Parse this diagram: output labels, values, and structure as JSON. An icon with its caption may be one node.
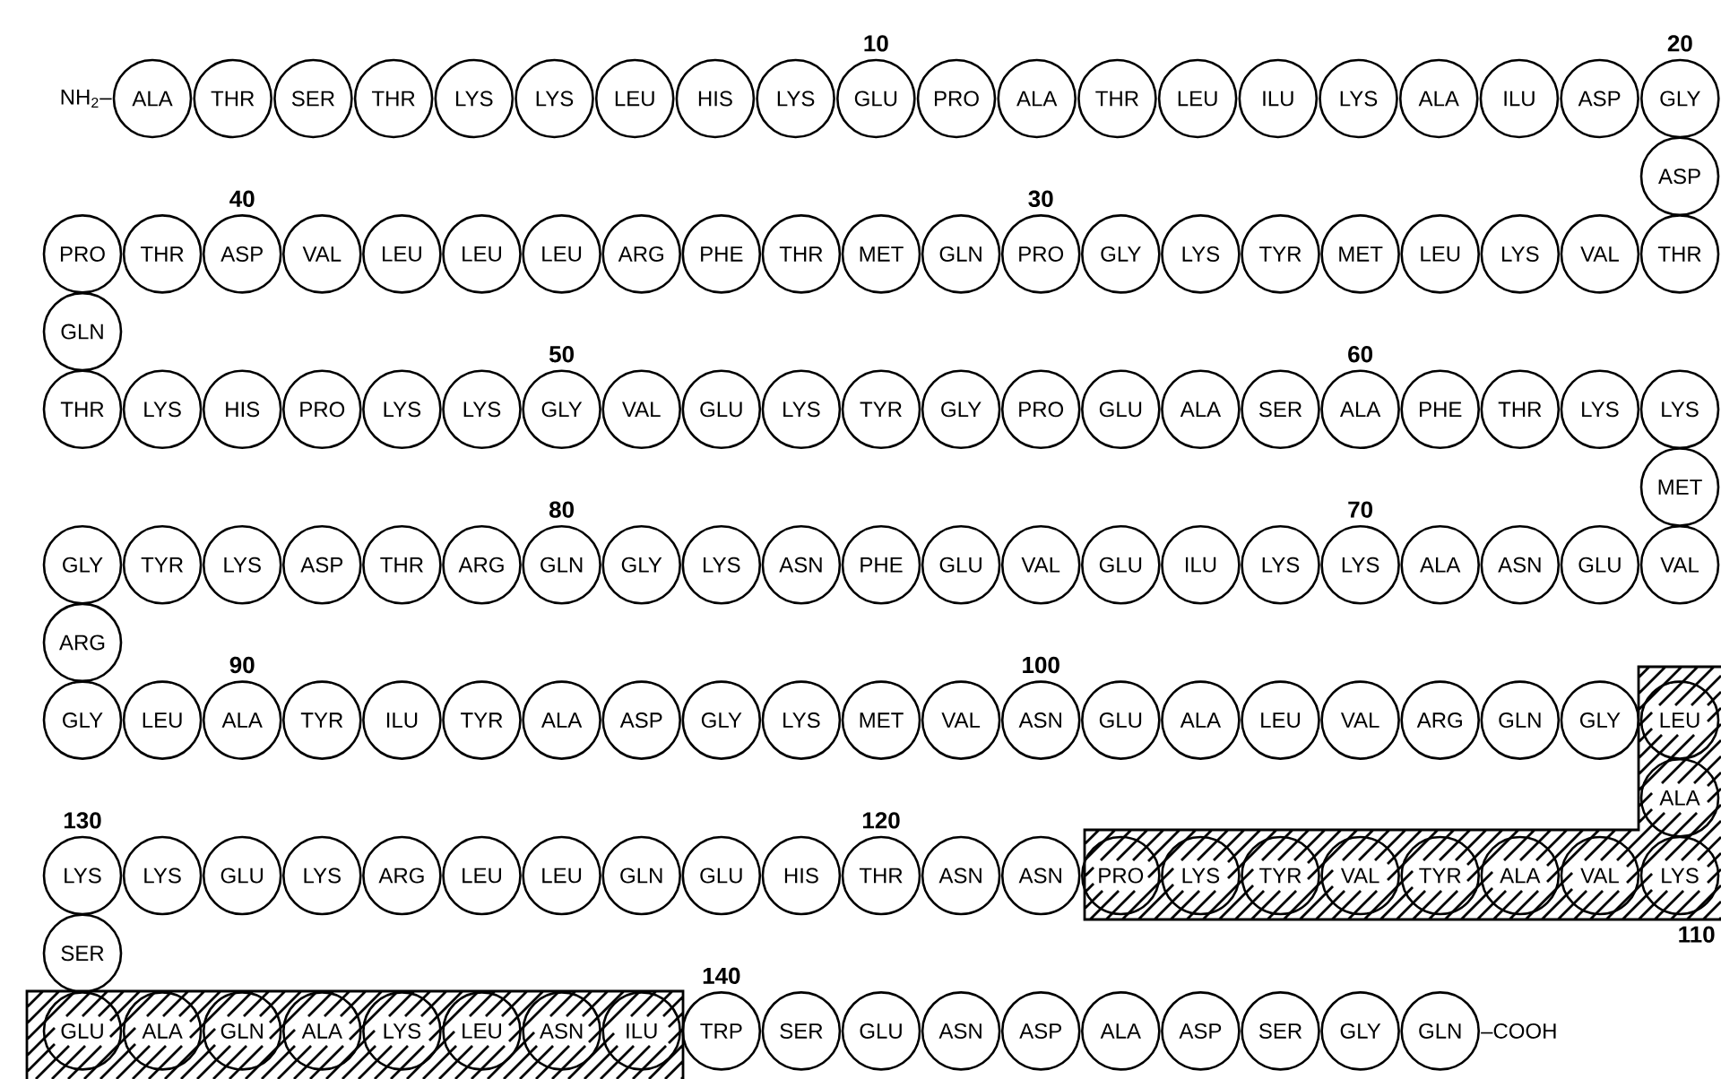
{
  "diagram": {
    "nodes": [
      {
        "text": [
          "ALA"
        ]
      },
      {
        "text": [
          "THR"
        ]
      },
      {
        "text": [
          "SER"
        ]
      },
      {
        "text": [
          "THR"
        ]
      },
      {
        "text": [
          "LYS"
        ]
      },
      {
        "text": [
          "LYS"
        ]
      },
      {
        "text": [
          "LEU"
        ]
      },
      {
        "text": [
          "HIS"
        ]
      },
      {
        "text": [
          "LYS"
        ]
      },
      {
        "text": [
          "GLU"
        ]
      },
      {
        "text": [
          "PRO"
        ]
      },
      {
        "text": [
          "ALA"
        ]
      },
      {
        "text": [
          "THR"
        ]
      },
      {
        "text": [
          "LEU"
        ]
      },
      {
        "text": [
          "ILU"
        ]
      },
      {
        "text": [
          "LYS"
        ]
      },
      {
        "text": [
          "ALA"
        ]
      },
      {
        "text": [
          "ILU"
        ]
      },
      {
        "text": [
          "ASP"
        ]
      },
      {
        "text": [
          "GLY"
        ]
      },
      {
        "text": [
          "ASP"
        ]
      },
      {
        "text": [
          "THR"
        ]
      },
      {
        "text": [
          "VAL"
        ]
      },
      {
        "text": [
          "LYS"
        ]
      },
      {
        "text": [
          "LEU"
        ]
      },
      {
        "text": [
          "MET"
        ]
      },
      {
        "text": [
          "TYR"
        ]
      },
      {
        "text": [
          "LYS"
        ]
      },
      {
        "text": [
          "GLY"
        ]
      },
      {
        "text": [
          "PRO"
        ]
      },
      {
        "text": [
          "GLN"
        ]
      },
      {
        "text": [
          "MET"
        ]
      },
      {
        "text": [
          "THR"
        ]
      },
      {
        "text": [
          "PHE"
        ]
      },
      {
        "text": [
          "ARG"
        ]
      },
      {
        "text": [
          "LEU"
        ]
      },
      {
        "text": [
          "LEU"
        ]
      },
      {
        "text": [
          "LEU"
        ]
      },
      {
        "text": [
          "VAL"
        ]
      },
      {
        "text": [
          "ASP"
        ]
      },
      {
        "text": [
          "THR"
        ]
      },
      {
        "text": [
          "PRO"
        ]
      },
      {
        "text": [
          "GLN"
        ]
      },
      {
        "text": [
          "THR"
        ]
      },
      {
        "text": [
          "LYS"
        ]
      },
      {
        "text": [
          "HIS"
        ]
      },
      {
        "text": [
          "PRO"
        ]
      },
      {
        "text": [
          "LYS"
        ]
      },
      {
        "text": [
          "LYS"
        ]
      },
      {
        "text": [
          "GLY"
        ]
      },
      {
        "text": [
          "VAL"
        ]
      },
      {
        "text": [
          "GLU"
        ]
      },
      {
        "text": [
          "LYS"
        ]
      },
      {
        "text": [
          "TYR"
        ]
      },
      {
        "text": [
          "GLY"
        ]
      },
      {
        "text": [
          "PRO"
        ]
      },
      {
        "text": [
          "GLU"
        ]
      },
      {
        "text": [
          "ALA"
        ]
      },
      {
        "text": [
          "SER"
        ]
      },
      {
        "text": [
          "ALA"
        ]
      },
      {
        "text": [
          "PHE"
        ]
      },
      {
        "text": [
          "THR"
        ]
      },
      {
        "text": [
          "LYS"
        ]
      },
      {
        "text": [
          "LYS"
        ]
      },
      {
        "text": [
          "MET"
        ]
      },
      {
        "text": [
          "VAL"
        ]
      },
      {
        "text": [
          "GLU"
        ]
      },
      {
        "text": [
          "ASN"
        ]
      },
      {
        "text": [
          "ALA"
        ]
      },
      {
        "text": [
          "LYS"
        ]
      },
      {
        "text": [
          "LYS"
        ]
      },
      {
        "text": [
          "ILU"
        ]
      },
      {
        "text": [
          "GLU"
        ]
      },
      {
        "text": [
          "VAL"
        ]
      },
      {
        "text": [
          "GLU"
        ]
      },
      {
        "text": [
          "PHE"
        ]
      },
      {
        "text": [
          "ASN"
        ]
      },
      {
        "text": [
          "LYS"
        ]
      },
      {
        "text": [
          "GLY"
        ]
      },
      {
        "text": [
          "GLN"
        ]
      },
      {
        "text": [
          "ARG"
        ]
      },
      {
        "text": [
          "THR"
        ]
      },
      {
        "text": [
          "ASP"
        ]
      },
      {
        "text": [
          "LYS"
        ]
      },
      {
        "text": [
          "TYR"
        ]
      },
      {
        "text": [
          "GLY"
        ]
      },
      {
        "text": [
          "ARG"
        ]
      },
      {
        "text": [
          "GLY"
        ]
      },
      {
        "text": [
          "LEU"
        ]
      },
      {
        "text": [
          "ALA"
        ]
      },
      {
        "text": [
          "TYR"
        ]
      },
      {
        "text": [
          "ILU"
        ]
      },
      {
        "text": [
          "TYR"
        ]
      },
      {
        "text": [
          "ALA"
        ]
      },
      {
        "text": [
          "ASP"
        ]
      },
      {
        "text": [
          "GLY"
        ]
      },
      {
        "text": [
          "LYS"
        ]
      },
      {
        "text": [
          "MET"
        ]
      },
      {
        "text": [
          "VAL"
        ]
      },
      {
        "text": [
          "ASN"
        ]
      },
      {
        "text": [
          "GLU"
        ]
      },
      {
        "text": [
          "ALA"
        ]
      },
      {
        "text": [
          "LEU"
        ]
      },
      {
        "text": [
          "VAL"
        ]
      },
      {
        "text": [
          "ARG"
        ]
      },
      {
        "text": [
          "GLN"
        ]
      },
      {
        "text": [
          "GLY"
        ]
      },
      {
        "text": [
          "LEU"
        ]
      },
      {
        "text": [
          "ALA"
        ]
      },
      {
        "text": [
          "LYS"
        ]
      },
      {
        "text": [
          "VAL"
        ]
      },
      {
        "text": [
          "ALA"
        ]
      },
      {
        "text": [
          "TYR"
        ]
      },
      {
        "text": [
          "VAL"
        ]
      },
      {
        "text": [
          "TYR"
        ]
      },
      {
        "text": [
          "LYS"
        ]
      },
      {
        "text": [
          "PRO"
        ]
      },
      {
        "text": [
          "ASN"
        ]
      },
      {
        "text": [
          "ASN"
        ]
      },
      {
        "text": [
          "THR"
        ]
      },
      {
        "text": [
          "HIS"
        ]
      },
      {
        "text": [
          "GLU"
        ]
      },
      {
        "text": [
          "GLN"
        ]
      },
      {
        "text": [
          "LEU"
        ]
      },
      {
        "text": [
          "LEU"
        ]
      },
      {
        "text": [
          "ARG"
        ]
      },
      {
        "text": [
          "LYS"
        ]
      },
      {
        "text": [
          "GLU"
        ]
      },
      {
        "text": [
          "LYS"
        ]
      },
      {
        "text": [
          "LYS"
        ]
      },
      {
        "text": [
          "SER"
        ]
      },
      {
        "text": [
          "GLU"
        ]
      },
      {
        "text": [
          "ALA"
        ]
      },
      {
        "text": [
          "GLN"
        ]
      },
      {
        "text": [
          "ALA"
        ]
      },
      {
        "text": [
          "LYS"
        ]
      },
      {
        "text": [
          "LEU"
        ]
      },
      {
        "text": [
          "ASN"
        ]
      },
      {
        "text": [
          "ILU"
        ]
      },
      {
        "text": [
          "TRP"
        ]
      },
      {
        "text": [
          "SER"
        ]
      },
      {
        "text": [
          "GLU"
        ]
      },
      {
        "text": [
          "ASN"
        ]
      },
      {
        "text": [
          "ASP"
        ]
      },
      {
        "text": [
          "ALA"
        ]
      },
      {
        "text": [
          "ASP"
        ]
      },
      {
        "text": [
          "SER"
        ]
      },
      {
        "text": [
          "GLY"
        ]
      },
      {
        "text": [
          "GLN"
        ]
      }
    ],
    "edges": [],
    "labels": [
      "NH$_{2}$–",
      "10",
      "20",
      "40",
      "30",
      "50",
      "60",
      "80",
      "70",
      "90",
      "100",
      "130",
      "120",
      "110",
      "140",
      "–COOH"
    ]
  }
}
